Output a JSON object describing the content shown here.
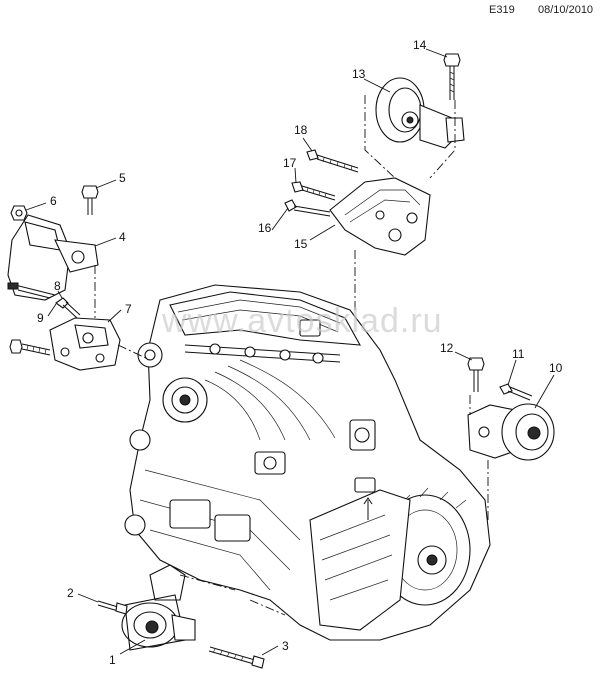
{
  "header": {
    "code": "E319",
    "date": "08/10/2010"
  },
  "watermark": "www.avtosklad.ru",
  "callouts": [
    {
      "id": "1",
      "label": "1"
    },
    {
      "id": "2",
      "label": "2"
    },
    {
      "id": "3",
      "label": "3"
    },
    {
      "id": "4",
      "label": "4"
    },
    {
      "id": "5",
      "label": "5"
    },
    {
      "id": "6",
      "label": "6"
    },
    {
      "id": "7",
      "label": "7"
    },
    {
      "id": "8",
      "label": "8"
    },
    {
      "id": "9",
      "label": "9"
    },
    {
      "id": "10",
      "label": "10"
    },
    {
      "id": "11",
      "label": "11"
    },
    {
      "id": "12",
      "label": "12"
    },
    {
      "id": "13",
      "label": "13"
    },
    {
      "id": "14",
      "label": "14"
    },
    {
      "id": "15",
      "label": "15"
    },
    {
      "id": "16",
      "label": "16"
    },
    {
      "id": "17",
      "label": "17"
    },
    {
      "id": "18",
      "label": "18"
    }
  ]
}
